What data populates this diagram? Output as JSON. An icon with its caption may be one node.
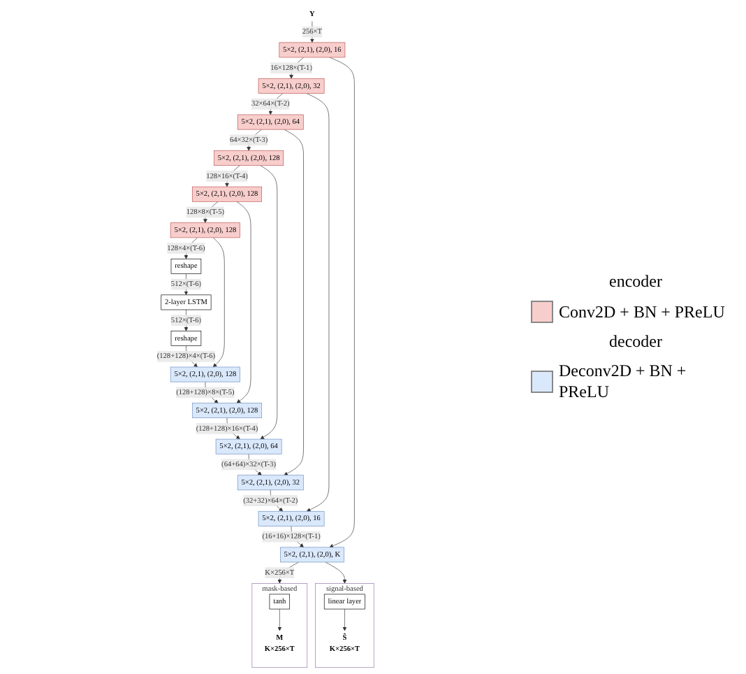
{
  "diagram": {
    "nodes": [
      {
        "text": [
          "reshape"
        ]
      },
      {
        "text": [
          "2-layer LSTM"
        ]
      },
      {
        "text": [
          "reshape"
        ]
      },
      {
        "text": [
          "5×2, (2,1), (2,0), 128"
        ]
      },
      {
        "text": [
          "5×2, (2,1), (2,0), 128"
        ]
      },
      {
        "text": [
          "5×2, (2,1), (2,0), 128"
        ]
      },
      {
        "text": [
          "5×2, (2,1), (2,0), 64"
        ]
      },
      {
        "text": [
          "5×2, (2,1), (2,0), 32"
        ]
      },
      {
        "text": [
          "5×2, (2,1), (2,0), 16"
        ]
      },
      {
        "text": [
          "Y"
        ]
      },
      {
        "text": [
          "5×2, (2,1), (2,0), 128"
        ]
      },
      {
        "text": [
          "5×2, (2,1), (2,0), 128"
        ]
      },
      {
        "text": [
          "5×2, (2,1), (2,0), 64"
        ]
      },
      {
        "text": [
          "5×2, (2,1), (2,0), 32"
        ]
      },
      {
        "text": [
          "5×2, (2,1), (2,0), 16"
        ]
      },
      {
        "text": [
          "5×2, (2,1), (2,0), K"
        ]
      },
      {
        "text": [
          "mask-based"
        ]
      },
      {
        "text": [
          "tanh"
        ],
        "in": 16
      },
      {
        "text": [
          "M"
        ],
        "in": 16,
        "beside": [
          "K×256×T"
        ]
      },
      {
        "text": [
          "signal-based"
        ]
      },
      {
        "text": [
          "linear layer"
        ],
        "in": 19
      },
      {
        "text": [
          "Ŝ"
        ],
        "in": 19,
        "beside": [
          "K×256×T"
        ]
      }
    ],
    "edges": [
      {
        "from": 9,
        "to": 8,
        "arrow": "to",
        "label": "256×T"
      },
      {
        "from": 8,
        "to": 7,
        "arrow": "to",
        "label": "16×128×(T-1)"
      },
      {
        "from": 7,
        "to": 6,
        "arrow": "to",
        "label": "32×64×(T-2)"
      },
      {
        "from": 6,
        "to": 5,
        "arrow": "to",
        "label": "64×32×(T-3)"
      },
      {
        "from": 5,
        "to": 4,
        "arrow": "to",
        "label": "128×16×(T-4)"
      },
      {
        "from": 4,
        "to": 3,
        "arrow": "to",
        "label": "128×8×(T-5)"
      },
      {
        "from": 3,
        "to": 0,
        "arrow": "to",
        "label": "128×4×(T-6)"
      },
      {
        "from": 0,
        "to": 1,
        "arrow": "to",
        "label": "512×(T-6)"
      },
      {
        "from": 1,
        "to": 2,
        "arrow": "to",
        "label": "512×(T-6)"
      },
      {
        "from": 2,
        "to": 10,
        "arrow": "to",
        "label": "(128+128)×4×(T-6)"
      },
      {
        "from": 3,
        "to": 10,
        "arrow": "to"
      },
      {
        "from": 10,
        "to": 11,
        "arrow": "to",
        "label": "(128+128)×8×(T-5)"
      },
      {
        "from": 4,
        "to": 11,
        "arrow": "to"
      },
      {
        "from": 11,
        "to": 12,
        "arrow": "to",
        "label": "(128+128)×16×(T-4)"
      },
      {
        "from": 5,
        "to": 12,
        "arrow": "to"
      },
      {
        "from": 12,
        "to": 13,
        "arrow": "to",
        "label": "(64+64)×32×(T-3)"
      },
      {
        "from": 6,
        "to": 13,
        "arrow": "to"
      },
      {
        "from": 13,
        "to": 14,
        "arrow": "to",
        "label": "(32+32)×64×(T-2)"
      },
      {
        "from": 7,
        "to": 14,
        "arrow": "to"
      },
      {
        "from": 14,
        "to": 15,
        "arrow": "to",
        "label": "(16+16)×128×(T-1)"
      },
      {
        "from": 8,
        "to": 15,
        "arrow": "to"
      },
      {
        "from": 15,
        "to": 16,
        "arrow": "to",
        "label": "K×256×T"
      },
      {
        "from": 15,
        "to": 19,
        "arrow": "to"
      },
      {
        "from": 17,
        "to": 18,
        "arrow": "to"
      },
      {
        "from": 20,
        "to": 21,
        "arrow": "to"
      }
    ],
    "labels": [
      "encoder",
      "decoder"
    ],
    "legend": [
      {
        "text": "Conv2D + BN + PReLU",
        "color": "#f8cecc"
      },
      {
        "text": "Deconv2D + BN + PReLU",
        "color": "#dae8fc"
      }
    ]
  }
}
